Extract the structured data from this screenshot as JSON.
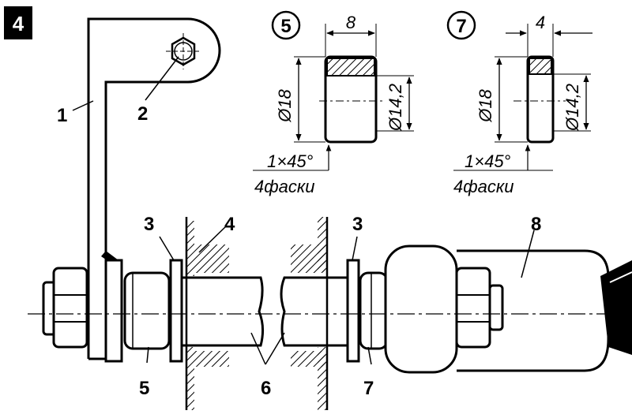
{
  "figure": {
    "number": "4",
    "colors": {
      "ink": "#000000",
      "paper": "#ffffff",
      "shade": "#b9b9b9"
    }
  },
  "callouts": {
    "c1": "1",
    "c2": "2",
    "c3a": "3",
    "c4": "4",
    "c3b": "3",
    "c8": "8",
    "c5": "5",
    "c6": "6",
    "c7": "7"
  },
  "detail5": {
    "tag": "5",
    "width": "8",
    "outer": "Ø18",
    "inner": "Ø14,2",
    "chamfer": "1×45°",
    "chamfer_note": "4фаски"
  },
  "detail7": {
    "tag": "7",
    "width": "4",
    "outer": "Ø18",
    "inner": "Ø14,2",
    "chamfer": "1×45°",
    "chamfer_note": "4фаски"
  }
}
